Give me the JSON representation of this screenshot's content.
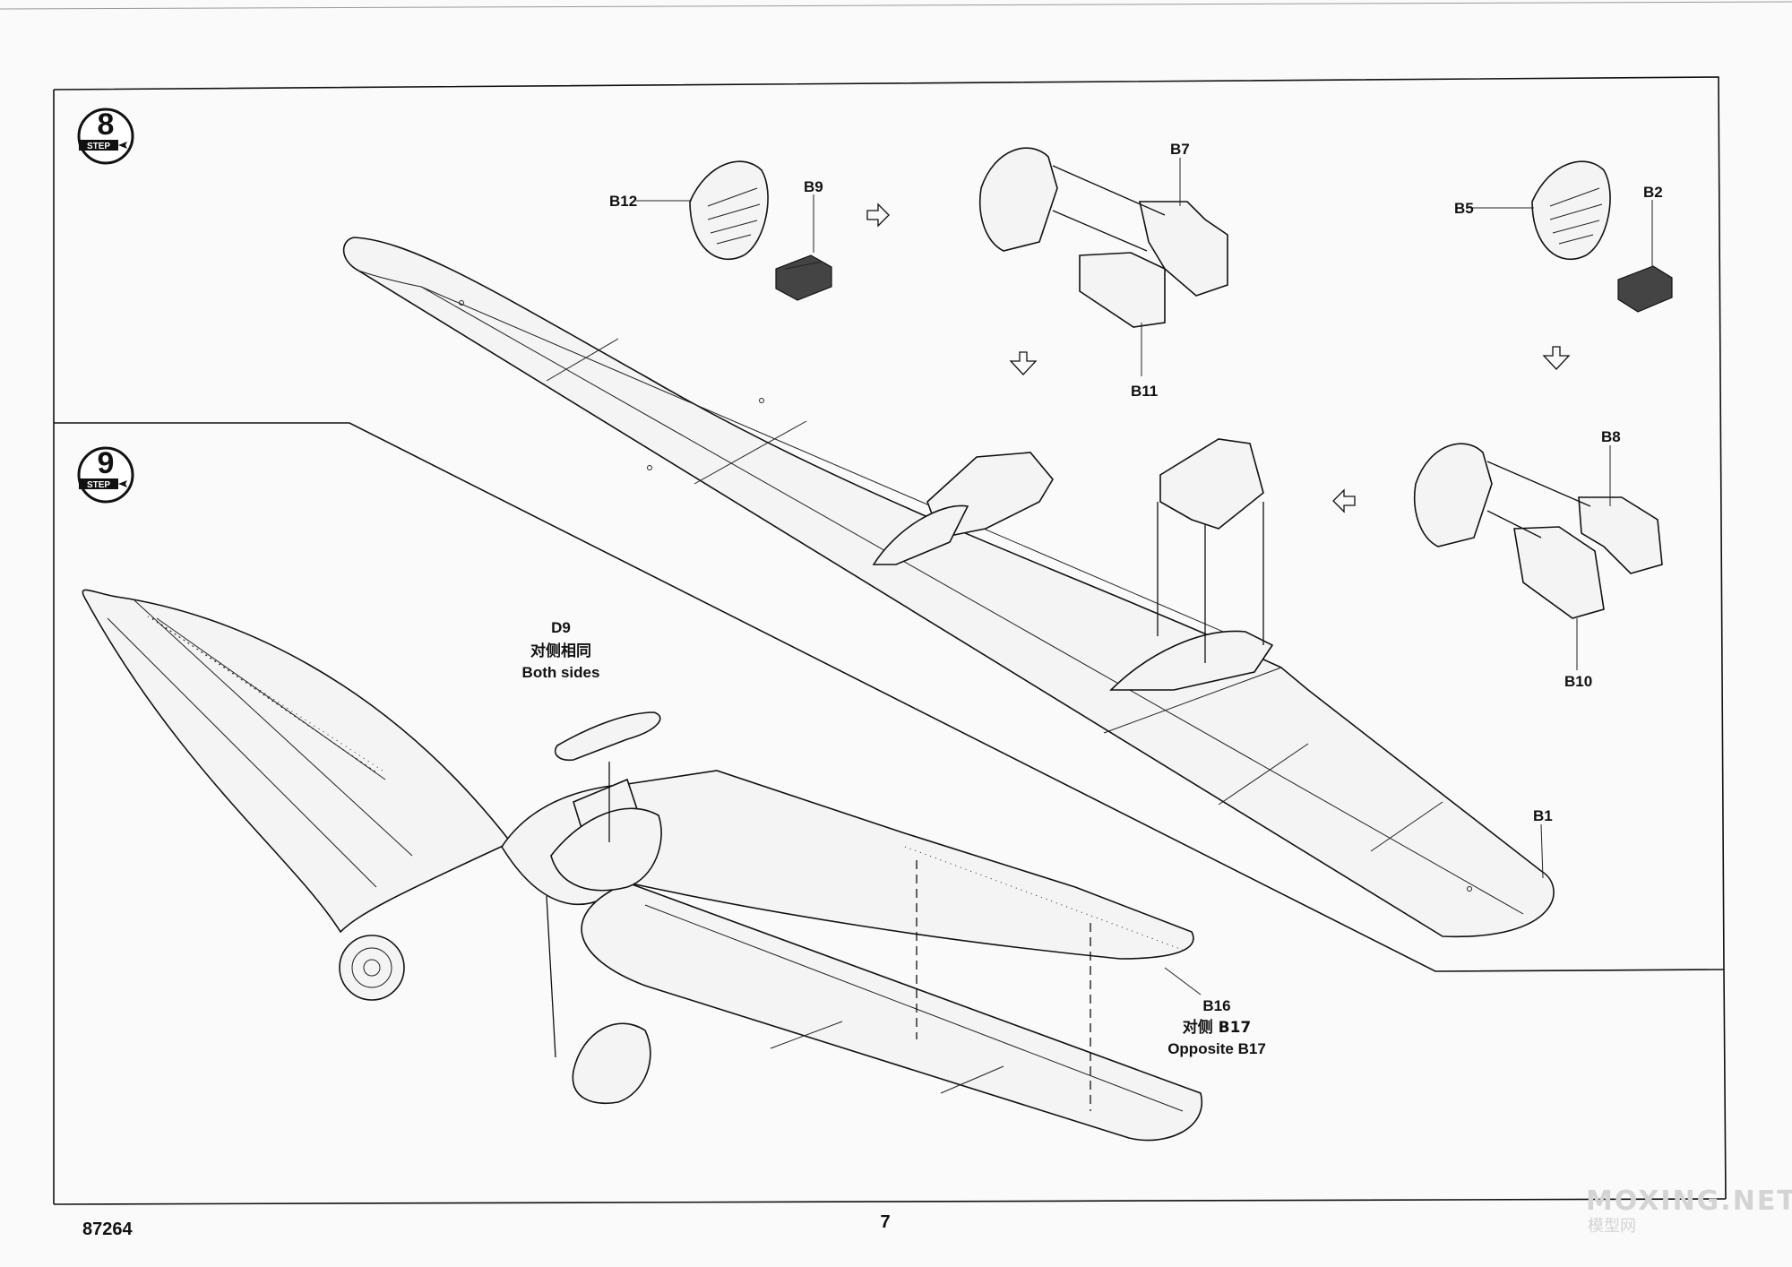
{
  "steps": [
    {
      "number": "8",
      "word": "STEP"
    },
    {
      "number": "9",
      "word": "STEP"
    }
  ],
  "labels": {
    "b12": "B12",
    "b9": "B9",
    "b7": "B7",
    "b11": "B11",
    "b5": "B5",
    "b2": "B2",
    "b8": "B8",
    "b10": "B10",
    "b1": "B1",
    "d9": "D9",
    "d9_cn": "对侧相同",
    "d9_en": "Both sides",
    "b16": "B16",
    "b16_cn": "对侧 B17",
    "b16_en": "Opposite  B17"
  },
  "footer": {
    "kit_number": "87264",
    "page_number": "7",
    "watermark": "MOXING.NET",
    "watermark_cn": "模型网"
  }
}
